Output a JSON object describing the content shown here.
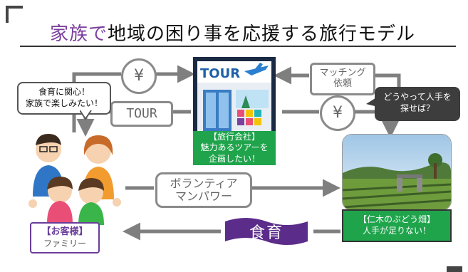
{
  "title": {
    "accent": "家族で",
    "rest": "地域の困り事を応援する旅行モデル"
  },
  "yen_top": "¥",
  "yen_right": "¥",
  "tour_pill": "TOUR",
  "matching_pill": {
    "line1": "マッチング",
    "line2": "依頼"
  },
  "volunteer_pill": {
    "line1": "ボランティア",
    "line2": "マンパワー"
  },
  "bubble_left": {
    "line1": "食育に関心！",
    "line2": "家族で楽しみたい！"
  },
  "bubble_right": {
    "line1": "どうやって人手を",
    "line2": "探せば？"
  },
  "agency": {
    "sign": "TOUR",
    "line1": "【旅行会社】",
    "line2": "魅力あるツアーを",
    "line3": "企画したい！"
  },
  "vineyard": {
    "line1": "【仁木のぶどう畑】",
    "line2": "人手が足りない！"
  },
  "customer": {
    "line1": "【お客様】",
    "line2": "ファミリー"
  },
  "food_banner": "食育",
  "colors": {
    "accent": "#7b3f9e",
    "green": "#1fa44c",
    "arrow": "#7f7f7f",
    "banner": "#5b2c8a"
  }
}
